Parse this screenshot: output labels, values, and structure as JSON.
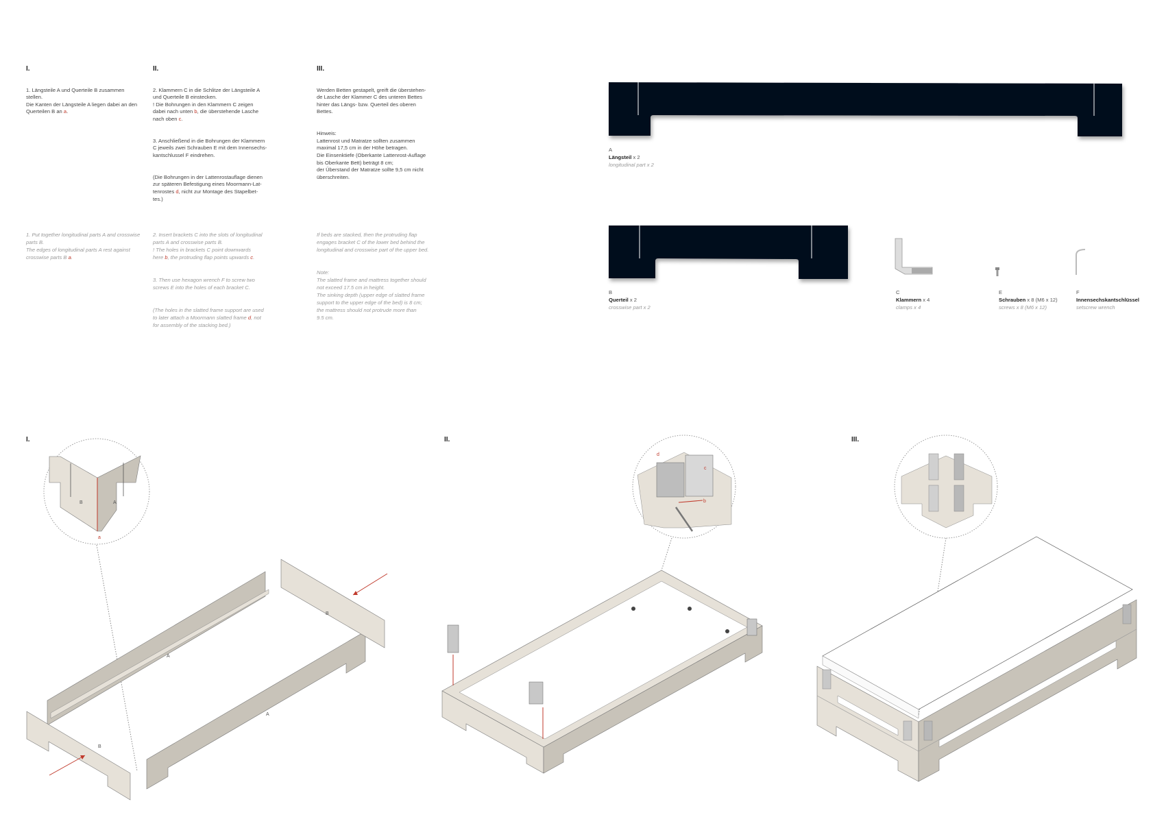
{
  "german": {
    "step1": {
      "heading": "I.",
      "p1": {
        "a": "1. Längsteile A und Querteile B zusammen\nstellen.\nDie Kanten der Längsteile A liegen dabei an den\nQuerteilen B an ",
        "r1": "a",
        "b": "."
      }
    },
    "step2": {
      "heading": "II.",
      "p1": {
        "a": "2. Klammern C in die Schlitze der Längsteile A\nund Querteile B einstecken.\n!  Die Bohrungen in den Klammern C zeigen\ndabei nach unten ",
        "r1": "b",
        "b": ", die überstehende Lasche\nnach oben ",
        "r2": "c",
        "c": "."
      },
      "p2": "3. Anschließend in die Bohrungen der Klammern\nC jeweils zwei Schrauben E mit dem Innensechs-\nkantschlussel F eindrehen.",
      "p3": {
        "a": "(Die Bohrungen in der Lattenrostauflage dienen\nzur späteren Befestigung eines Moormann-Lat-\ntenrostes ",
        "r1": "d",
        "b": ", nicht zur Montage des Stapelbet-\ntes.)"
      }
    },
    "step3": {
      "heading": "III.",
      "p1": "Werden Betten gestapelt, greift die überstehen-\nde Lasche der Klammer C des unteren Bettes\nhinter das Längs- bzw. Querteil des oberen\nBettes.",
      "p2": "Hinweis:\nLattenrost und Matratze sollten zusammen\nmaximal 17,5 cm in der Höhe betragen.\nDie Einsenktiefe (Oberkante Lattenrost-Auflage\nbis Oberkante Bett) beträgt 8 cm;\nder Überstand der Matratze sollte 9,5 cm nicht\nüberschreiten."
    }
  },
  "english": {
    "step1": {
      "p1": {
        "a": "1. Put together longitudinal parts A and crosswise\nparts B.\nThe edges of longitudinal parts A rest against\ncrosswise parts B ",
        "r1": "a",
        "b": "."
      }
    },
    "step2": {
      "p1": {
        "a": "2. Insert brackets C into the slots of longitudinal\nparts A and crosswise parts B.\n!  The holes in brackets C point downwards\nhere ",
        "r1": "b",
        "b": ", the protruding flap points upwards ",
        "r2": "c",
        "c": "."
      },
      "p2": "3. Then use hexagon wrench F to screw two\nscrews E into the holes of each bracket C.",
      "p3": {
        "a": "(The holes in the slatted frame support are used\nto later attach a Moormann slatted frame ",
        "r1": "d",
        "b": ", not\nfor assembly of the stacking bed.)"
      }
    },
    "step3": {
      "p1": "If beds are stacked, then the protruding flap\nengages bracket C of the lower bed behind the\nlongitudinal and crosswise part of the upper bed.",
      "p2": "Note:\nThe slatted frame and mattress together should\nnot exceed 17.5 cm in height.\nThe sinking depth (upper edge of slatted frame\nsupport to the upper edge of the bed) is 8 cm;\nthe mattress should not protrude more than\n9.5 cm."
    }
  },
  "parts": [
    {
      "letter": "A",
      "name": "Längsteil",
      "qty": " x 2",
      "en": "longitudinal part",
      "en_qty": " x 2"
    },
    {
      "letter": "B",
      "name": "Querteil",
      "qty": " x 2",
      "en": "crosswise part",
      "en_qty": " x 2"
    },
    {
      "letter": "C",
      "name": "Klammern",
      "qty": " x 4",
      "en": "clamps",
      "en_qty": " x 4"
    },
    {
      "letter": "E",
      "name": "Schrauben",
      "qty": " x 8 (M6 x 12)",
      "en": "screws",
      "en_qty": " x 8 (M6 x 12)"
    },
    {
      "letter": "F",
      "name": "Innensechskantschlüssel",
      "qty": "",
      "en": "setscrew wrench",
      "en_qty": ""
    }
  ],
  "illustrations": {
    "step1": {
      "heading": "I.",
      "labels": {
        "A": "A",
        "B": "B",
        "a": "a"
      }
    },
    "step2": {
      "heading": "II.",
      "labels": {
        "b": "b",
        "c": "c",
        "d": "d"
      }
    },
    "step3": {
      "heading": "III."
    }
  },
  "colors": {
    "part": "#010a1c",
    "wood": "#e6e1d8",
    "wood_side": "#c8c3b9",
    "metal": "#c8c8c8",
    "accent": "#c0392b"
  }
}
